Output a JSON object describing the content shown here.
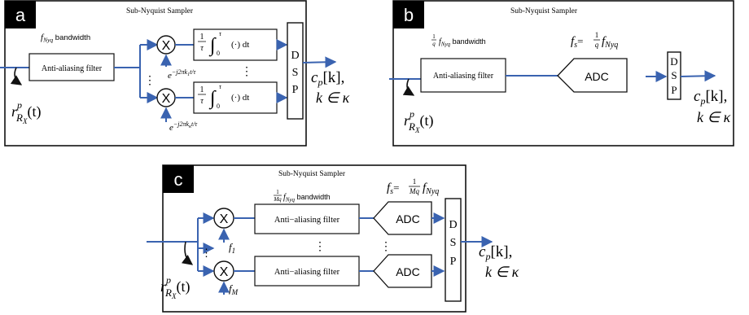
{
  "panel_a": {
    "letter": "a",
    "title": "Sub-Nyquist Sampler",
    "bandwidth": "f",
    "bandwidth_sub": "Nyq",
    "bandwidth_suffix": " bandwidth",
    "filter": "Anti-aliasing filter",
    "mixer": "X",
    "exp_top": "e",
    "exp_top_sup": "−j2πk",
    "exp_top_sub": "1",
    "exp_top_tail": "t/τ",
    "exp_bot": "e",
    "exp_bot_sup": "−j2πk",
    "exp_bot_sub": "κ",
    "exp_bot_tail": "t/τ",
    "integ_num": "1",
    "integ_den": "τ",
    "integ_upper": "τ",
    "integ_lower": "0",
    "integ_body": "(·) dt",
    "dsp": [
      "D",
      "S",
      "P"
    ],
    "dots_v": "⋮",
    "input": "r",
    "input_sup": "p",
    "input_sub": "R",
    "input_subsub": "X",
    "input_arg": "(t)",
    "output": "c",
    "output_sub": "p",
    "output_arg": "[k],",
    "output_set": "k ∈ κ"
  },
  "panel_b": {
    "letter": "b",
    "title": "Sub-Nyquist Sampler",
    "bw_num": "1",
    "bw_den": "q",
    "bandwidth": "f",
    "bandwidth_sub": "Nyq",
    "bandwidth_suffix": " bandwidth",
    "fs": "f",
    "fs_sub": "s",
    "fs_eq": "=",
    "fs_num": "1",
    "fs_den": "q",
    "fs_f": "f",
    "fs_f_sub": "Nyq",
    "filter": "Anti-aliasing filter",
    "adc": "ADC",
    "dsp": [
      "D",
      "S",
      "P"
    ],
    "input": "r",
    "input_sup": "p",
    "input_sub": "R",
    "input_subsub": "X",
    "input_arg": "(t)",
    "output": "c",
    "output_sub": "p",
    "output_arg": "[k],",
    "output_set": "k ∈ κ"
  },
  "panel_c": {
    "letter": "c",
    "title": "Sub-Nyquist Sampler",
    "bw_num": "1",
    "bw_den": "Mq",
    "bandwidth": "f",
    "bandwidth_sub": "Nyq",
    "bandwidth_suffix": " bandwidth",
    "fs": "f",
    "fs_sub": "s",
    "fs_eq": "=",
    "fs_num": "1",
    "fs_den": "Mq",
    "fs_f": "f",
    "fs_f_sub": "Nyq",
    "filter": "Anti−aliasing filter",
    "adc": "ADC",
    "mixer": "X",
    "f1": "f",
    "f1_sub": "1",
    "fM": "f",
    "fM_sub": "M",
    "dsp": [
      "D",
      "S",
      "P"
    ],
    "dots_v": "⋮",
    "input": "r",
    "input_sup": "p",
    "input_sub": "R",
    "input_subsub": "X",
    "input_arg": "(t)",
    "output": "c",
    "output_sub": "p",
    "output_arg": "[k],",
    "output_set": "k ∈ κ"
  },
  "colors": {
    "signal": "#3a63b0",
    "frame": "#111111",
    "tab": "#000000"
  }
}
